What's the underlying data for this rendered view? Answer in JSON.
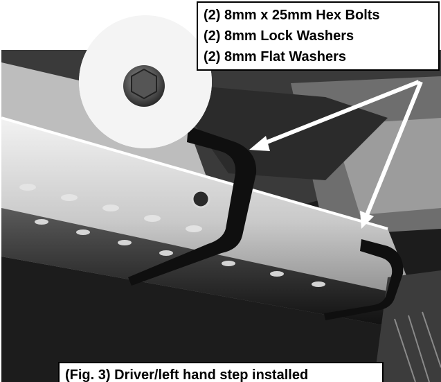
{
  "callouts": {
    "parts": [
      "(2) 8mm x 25mm Hex Bolts",
      "(2) 8mm Lock Washers",
      "(2) 8mm Flat Washers"
    ],
    "caption": "(Fig. 3) Driver/left hand step installed"
  },
  "colors": {
    "background": "#ffffff",
    "photo_dark": "#1c1c1c",
    "photo_mid": "#8a8a8a",
    "photo_light": "#d8d8d8",
    "bracket": "#0f0f0f",
    "arrow": "#ffffff"
  },
  "icons": [
    "hex-bolt-inset",
    "bracket",
    "arrow"
  ]
}
